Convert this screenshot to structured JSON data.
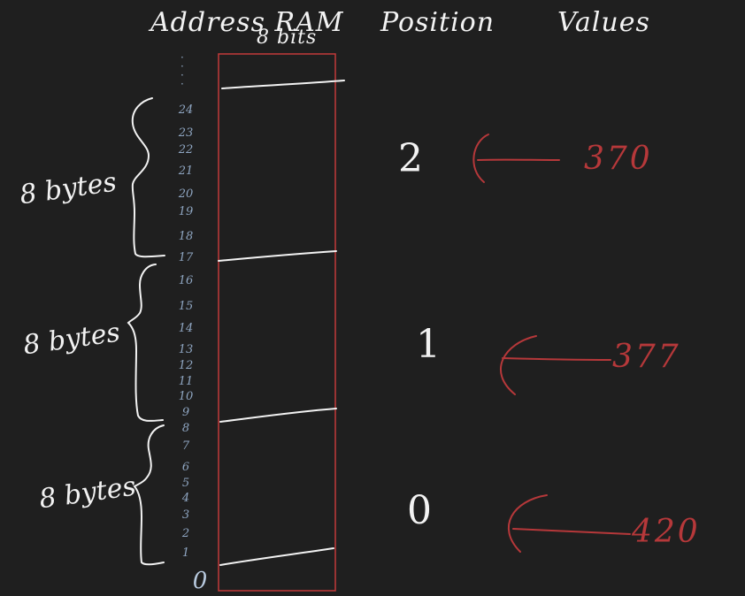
{
  "headers": {
    "address": "Address RAM",
    "bits": "8 bits",
    "position": "Position",
    "values": "Values"
  },
  "addresses": [
    "24",
    "23",
    "22",
    "21",
    "20",
    "19",
    "18",
    "17",
    "16",
    "15",
    "14",
    "13",
    "12",
    "11",
    "10",
    "9",
    "8",
    "7",
    "6",
    "5",
    "4",
    "3",
    "2",
    "1",
    "0"
  ],
  "groups": [
    {
      "bytes_label": "8 bytes",
      "position": "2",
      "value": "370"
    },
    {
      "bytes_label": "8 bytes",
      "position": "1",
      "value": "377"
    },
    {
      "bytes_label": "8 bytes",
      "position": "0",
      "value": "420"
    }
  ],
  "colors": {
    "background": "#1f1f1f",
    "ink": "#f2f2f2",
    "memory_box": "#c23a3a",
    "value_ink": "#b6383a",
    "address_ink": "#8fa6c2"
  }
}
